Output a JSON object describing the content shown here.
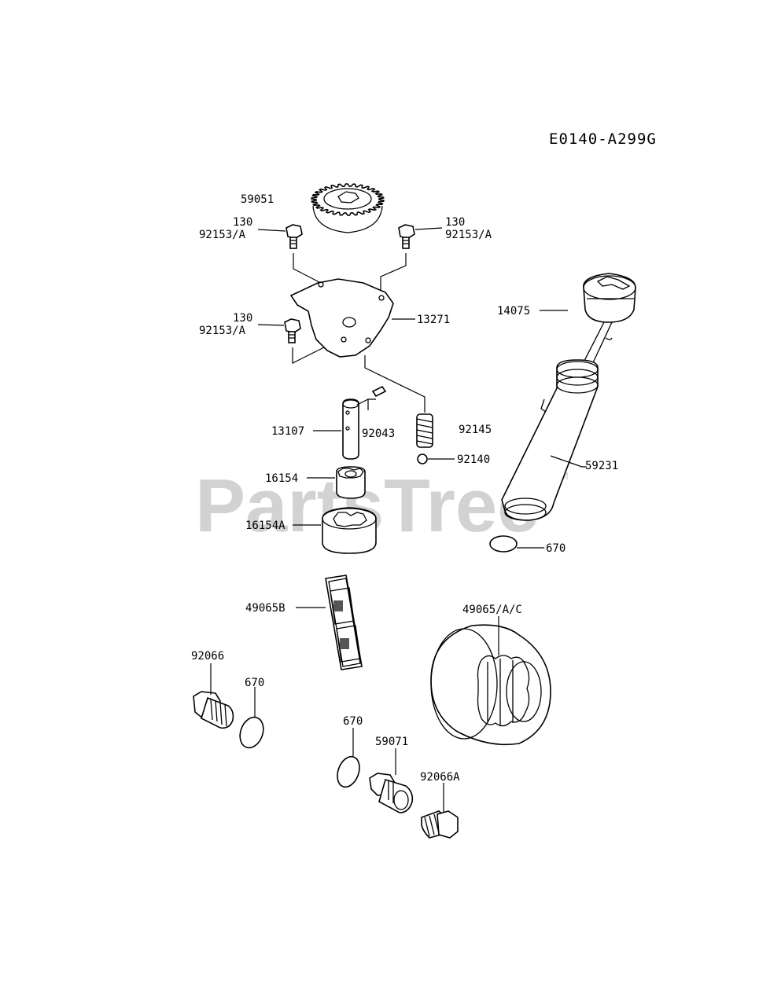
{
  "diagram_code": "E0140-A299G",
  "watermark": {
    "text": "PartsTree",
    "tm": "TM"
  },
  "labels": {
    "gear": "59051",
    "bolt_tl_1": "130",
    "bolt_tl_2": "92153/A",
    "bolt_tr_1": "130",
    "bolt_tr_2": "92153/A",
    "bolt_ml_1": "130",
    "bolt_ml_2": "92153/A",
    "plate": "13271",
    "dipstick": "14075",
    "shaft": "13107",
    "pin": "92043",
    "spring": "92145",
    "ball": "92140",
    "rotor_inner": "16154",
    "rotor_outer": "16154A",
    "tube": "59231",
    "oring_tube": "670",
    "screen": "49065B",
    "oil_filter": "49065/A/C",
    "plug_left": "92066",
    "oring_left": "670",
    "oring_mid": "670",
    "fitting": "59071",
    "plug_right": "92066A"
  }
}
